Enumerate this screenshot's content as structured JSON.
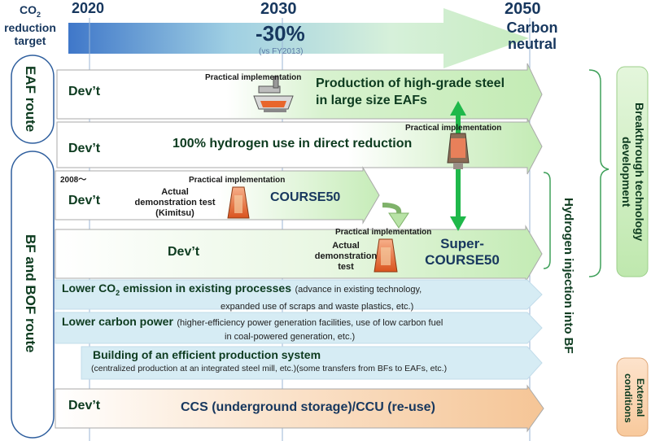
{
  "header": {
    "co2_label_1": "CO",
    "co2_label_sub": "2",
    "co2_label_2": "reduction",
    "co2_label_3": "target",
    "year_2020": "2020",
    "year_2030": "2030",
    "year_2050": "2050",
    "target_pct": "-30%",
    "target_note": "(vs FY2013)",
    "goal_1": "Carbon",
    "goal_2": "neutral"
  },
  "routes": {
    "eaf": "EAF route",
    "bf": "BF and BOF route"
  },
  "rows": {
    "r1": {
      "devt": "Dev’t",
      "practical": "Practical implementation",
      "title_1": "Production of high-grade steel",
      "title_2": "in large size EAFs"
    },
    "r2": {
      "devt": "Dev’t",
      "practical": "Practical implementation",
      "title": "100% hydrogen use in direct reduction"
    },
    "r3": {
      "year": "2008～",
      "devt": "Dev’t",
      "practical": "Practical implementation",
      "demo_1": "Actual",
      "demo_2": "demonstration test",
      "demo_3": "(Kimitsu)",
      "title": "COURSE50"
    },
    "r4": {
      "devt": "Dev’t",
      "practical": "Practical implementation",
      "demo_1": "Actual",
      "demo_2": "demonstration",
      "demo_3": "test",
      "title_1": "Super-",
      "title_2": "COURSE50"
    },
    "r5": {
      "title_a": "Lower CO",
      "title_sub": "2",
      "title_b": " emission in existing processes",
      "note_1": "(advance in existing technology,",
      "note_2": "expanded use of scraps and waste plastics, etc.)"
    },
    "r6": {
      "title": "Lower carbon power",
      "note_1": "(higher-efficiency power generation facilities, use of low carbon fuel",
      "note_2": "in coal-powered generation, etc.)"
    },
    "r7": {
      "title": "Building of an efficient production system",
      "note": "(centralized production at an integrated steel mill, etc.)(some transfers from BFs to EAFs, etc.)"
    },
    "r8": {
      "devt": "Dev’t",
      "title": "CCS (underground storage)/CCU (re-use)"
    }
  },
  "side": {
    "hydrogen": "Hydrogen injection into BF",
    "breakthrough": "Breakthrough technology development",
    "external": "External conditions"
  },
  "colors": {
    "navy": "#17375e",
    "green_arrow": "#cdeec0",
    "blue_arrow": "#d6ecf4",
    "orange_arrow": "#f7cfa5",
    "bright_green": "#1fb84a"
  }
}
